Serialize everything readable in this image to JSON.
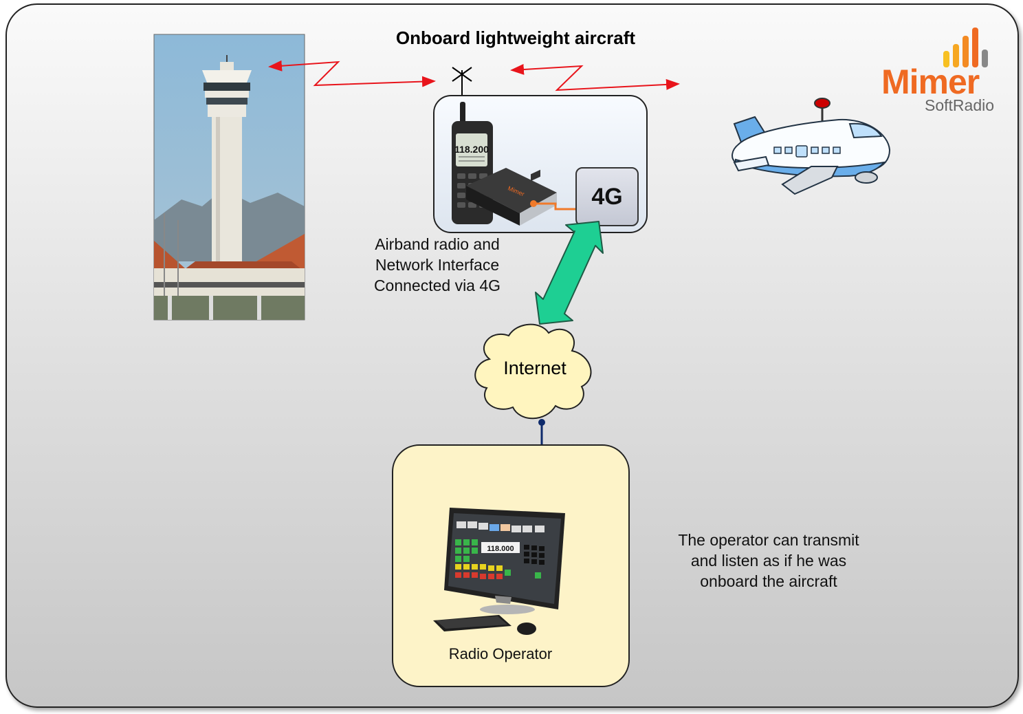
{
  "title": "Onboard lightweight aircraft",
  "radio_unit": {
    "network_badge": "4G",
    "frequency": "118.200",
    "caption_lines": [
      "Airband radio and",
      "Network Interface",
      "Connected via 4G"
    ]
  },
  "internet": {
    "label": "Internet"
  },
  "operator": {
    "label": "Radio Operator",
    "screen_frequency": "118.000",
    "description_lines": [
      "The operator can transmit",
      "and listen as if he was",
      "onboard the aircraft"
    ]
  },
  "logo": {
    "name": "Mimer",
    "subtitle": "SoftRadio"
  },
  "colors": {
    "link": "#e8141b",
    "arrow": "#1ecf93",
    "cable": "#0e2a6b",
    "logo_orange": "#ef6a22",
    "logo_yellow": "#f7c022",
    "operator_box": "#fdf3c8"
  }
}
